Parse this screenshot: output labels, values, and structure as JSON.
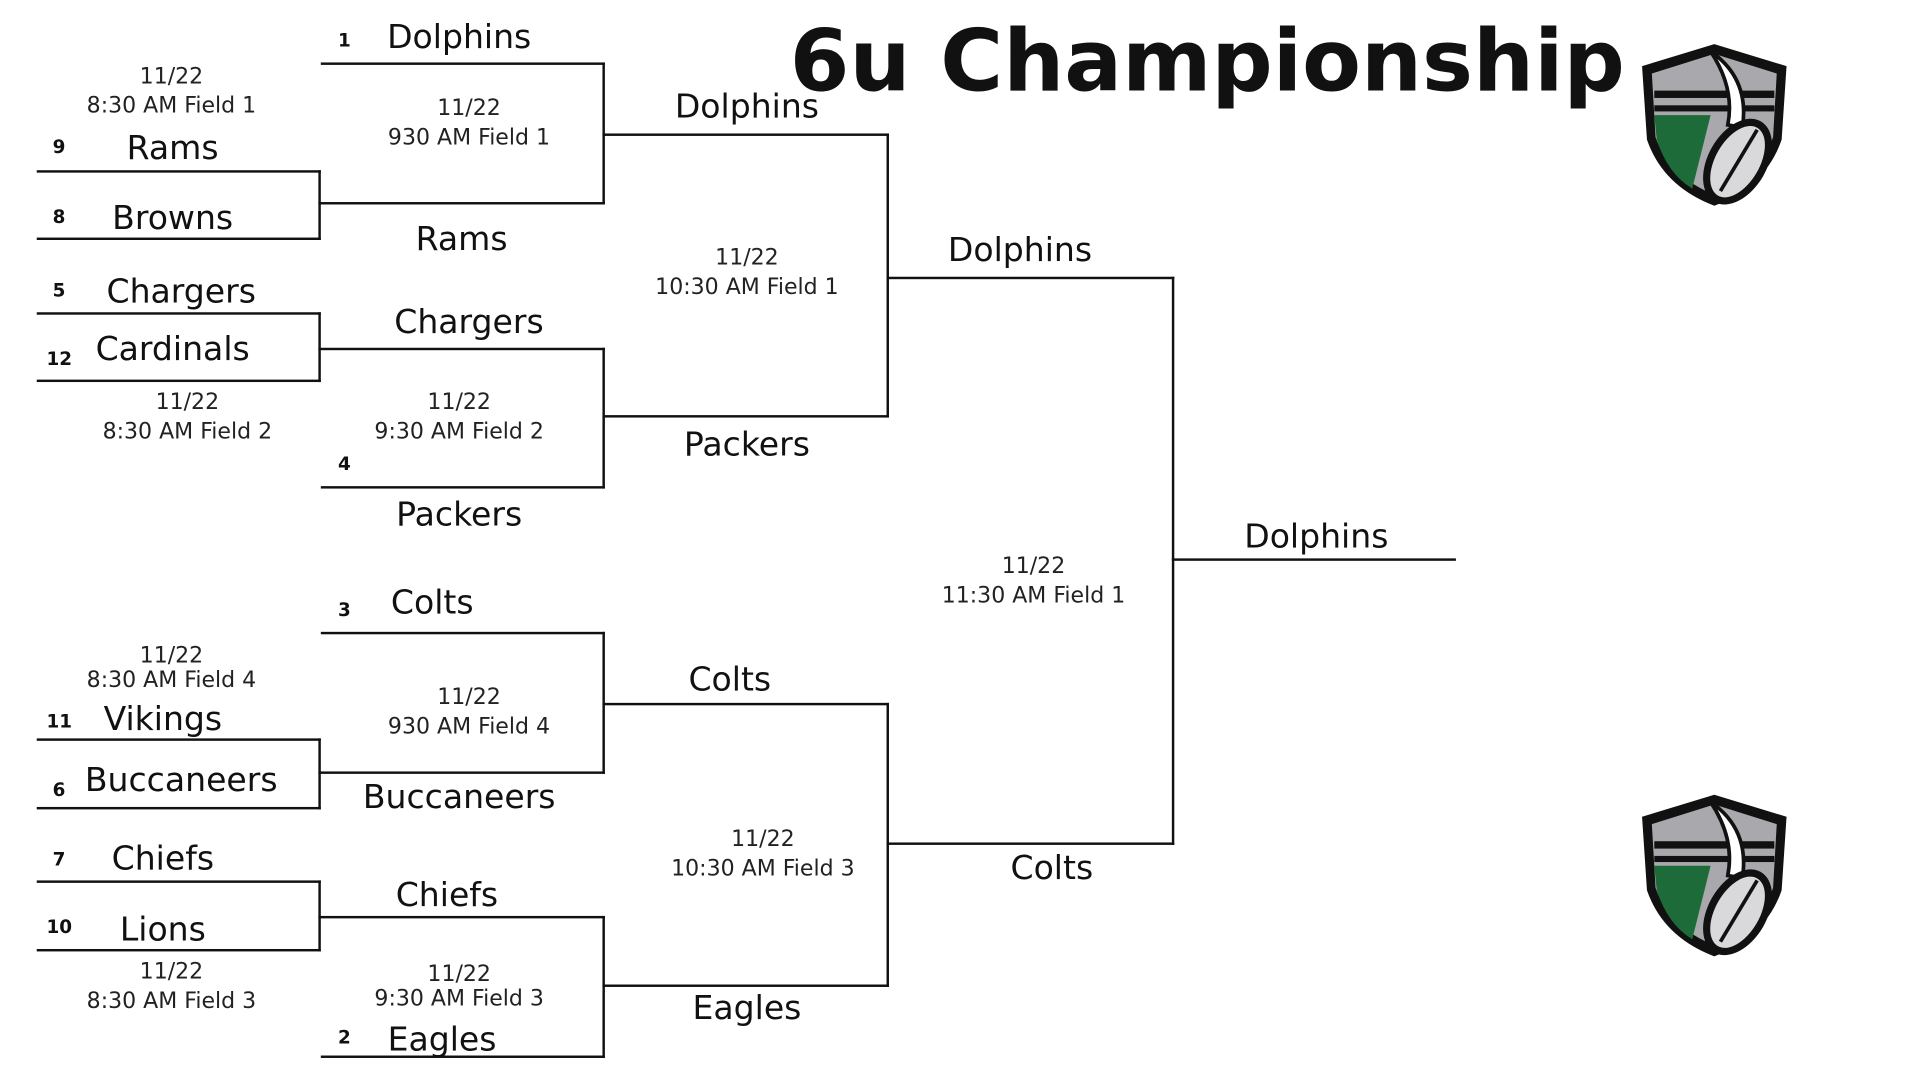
{
  "title": "6u Championship",
  "logo_icon": "football-shield-logo",
  "colors": {
    "line": "#111111",
    "logo_green": "#1e6b3a",
    "logo_gray": "#a9a9ad"
  },
  "round1": [
    {
      "top": {
        "seed": "9",
        "name": "Rams"
      },
      "bottom": {
        "seed": "8",
        "name": "Browns"
      },
      "date": "11/22",
      "time": "8:30 AM Field 1"
    },
    {
      "top": {
        "seed": "5",
        "name": "Chargers"
      },
      "bottom": {
        "seed": "12",
        "name": "Cardinals"
      },
      "date": "11/22",
      "time": "8:30 AM Field 2"
    },
    {
      "top": {
        "seed": "11",
        "name": "Vikings"
      },
      "bottom": {
        "seed": "6",
        "name": "Buccaneers"
      },
      "date": "11/22",
      "time": "8:30 AM Field 4"
    },
    {
      "top": {
        "seed": "7",
        "name": "Chiefs"
      },
      "bottom": {
        "seed": "10",
        "name": "Lions"
      },
      "date": "11/22",
      "time": "8:30 AM Field 3"
    }
  ],
  "round2": [
    {
      "top": {
        "seed": "1",
        "name": "Dolphins"
      },
      "bottom": {
        "name": "Rams"
      },
      "date": "11/22",
      "time": "930 AM Field 1"
    },
    {
      "top": {
        "name": "Chargers"
      },
      "bottom": {
        "seed": "4",
        "name": "Packers"
      },
      "date": "11/22",
      "time": "9:30 AM Field 2"
    },
    {
      "top": {
        "seed": "3",
        "name": "Colts"
      },
      "bottom": {
        "name": "Buccaneers"
      },
      "date": "11/22",
      "time": "930 AM Field 4"
    },
    {
      "top": {
        "name": "Chiefs"
      },
      "bottom": {
        "seed": "2",
        "name": "Eagles"
      },
      "date": "11/22",
      "time": "9:30 AM Field 3"
    }
  ],
  "semis": [
    {
      "top": {
        "name": "Dolphins"
      },
      "bottom": {
        "name": "Packers"
      },
      "date": "11/22",
      "time": "10:30 AM Field 1"
    },
    {
      "top": {
        "name": "Colts"
      },
      "bottom": {
        "name": "Eagles"
      },
      "date": "11/22",
      "time": "10:30 AM Field 3"
    }
  ],
  "final": {
    "top": {
      "name": "Dolphins"
    },
    "bottom": {
      "name": "Colts"
    },
    "date": "11/22",
    "time": "11:30 AM Field 1"
  },
  "champion": "Dolphins"
}
